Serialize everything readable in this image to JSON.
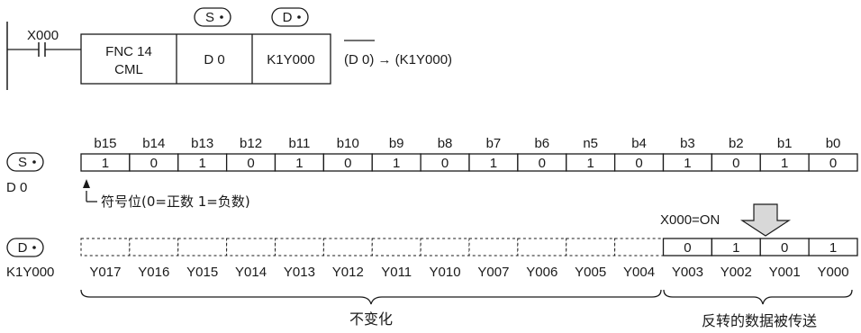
{
  "ladder": {
    "contact_label": "X000",
    "instruction_line1": "FNC 14",
    "instruction_line2": "CML",
    "source_operand": "D 0",
    "dest_operand": "K1Y000",
    "source_tag": "S",
    "dest_tag": "D",
    "expression_src": "D 0",
    "expression_rest": "→ (K1Y000)"
  },
  "source": {
    "tag": "S",
    "device": "D 0",
    "bit_labels": [
      "b15",
      "b14",
      "b13",
      "b12",
      "b11",
      "b10",
      "b9",
      "b8",
      "b7",
      "b6",
      "n5",
      "b4",
      "b3",
      "b2",
      "b1",
      "b0"
    ],
    "bit_values": [
      "1",
      "0",
      "1",
      "0",
      "1",
      "0",
      "1",
      "0",
      "1",
      "0",
      "1",
      "0",
      "1",
      "0",
      "1",
      "0"
    ],
    "sign_note": "符号位(0=正数 1=负数)"
  },
  "condition_label": "X000=ON",
  "dest": {
    "tag": "D",
    "device": "K1Y000",
    "outputs": [
      "Y017",
      "Y016",
      "Y015",
      "Y014",
      "Y013",
      "Y012",
      "Y011",
      "Y010",
      "Y007",
      "Y006",
      "Y005",
      "Y004",
      "Y003",
      "Y002",
      "Y001",
      "Y000"
    ],
    "lower_values": [
      "0",
      "1",
      "0",
      "1"
    ],
    "unchanged_label": "不变化",
    "inverted_label": "反转的数据被传送"
  },
  "colors": {
    "line": "#1a1a1a",
    "arrow_fill": "#d8d8d8"
  }
}
